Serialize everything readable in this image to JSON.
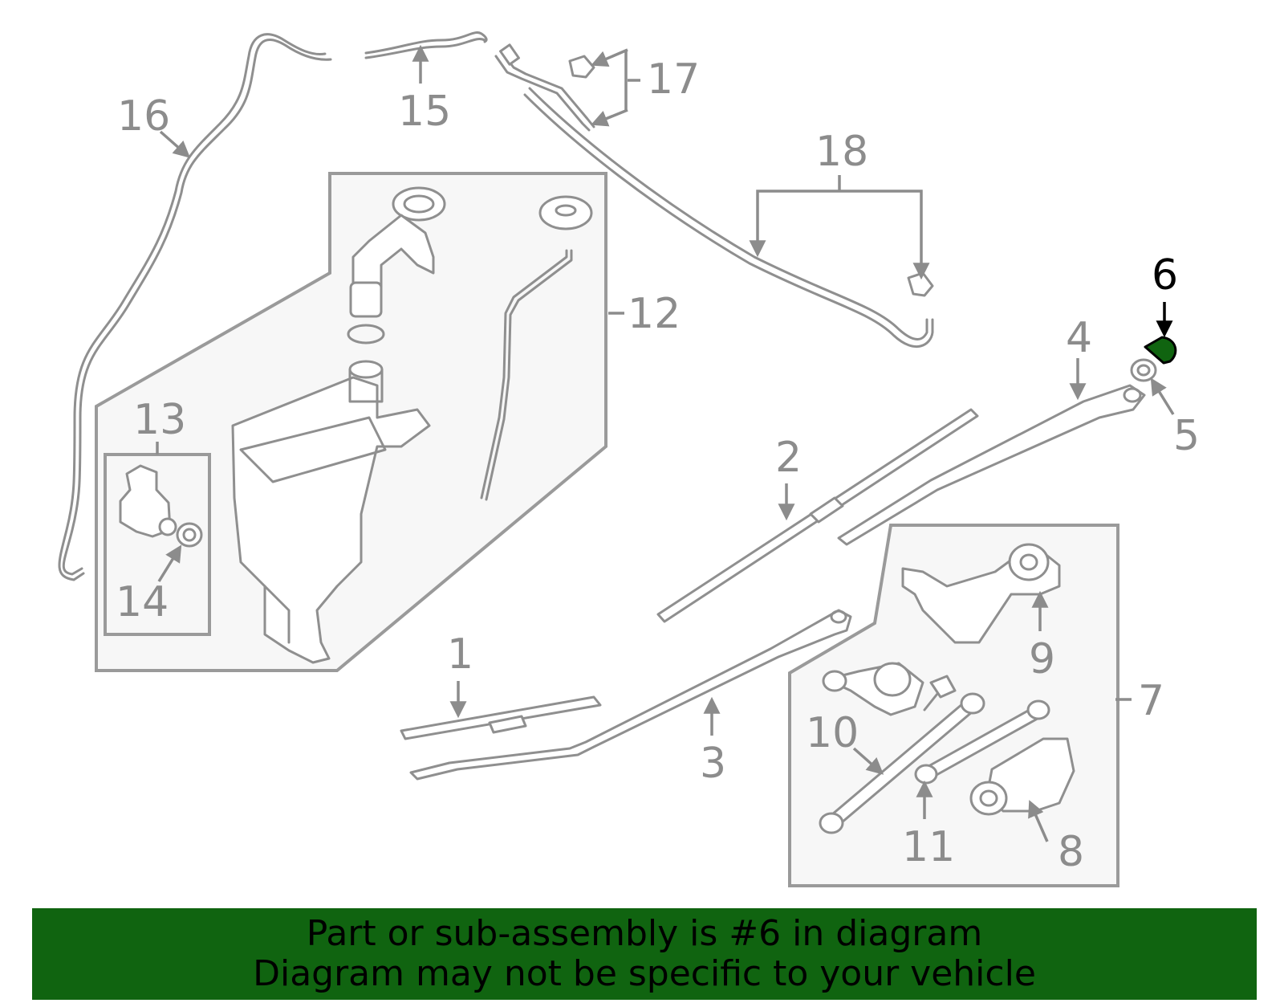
{
  "diagram": {
    "highlight_color": "#106410",
    "highlighted_part": "6",
    "callouts": {
      "c1": "1",
      "c2": "2",
      "c3": "3",
      "c4": "4",
      "c5": "5",
      "c6": "6",
      "c7": "7",
      "c8": "8",
      "c9": "9",
      "c10": "10",
      "c11": "11",
      "c12": "12",
      "c13": "13",
      "c14": "14",
      "c15": "15",
      "c16": "16",
      "c17": "17",
      "c18": "18"
    }
  },
  "banner": {
    "line1": "Part or sub-assembly is #6 in diagram",
    "line2": "Diagram may not be specific to your vehicle",
    "background": "#106410"
  }
}
